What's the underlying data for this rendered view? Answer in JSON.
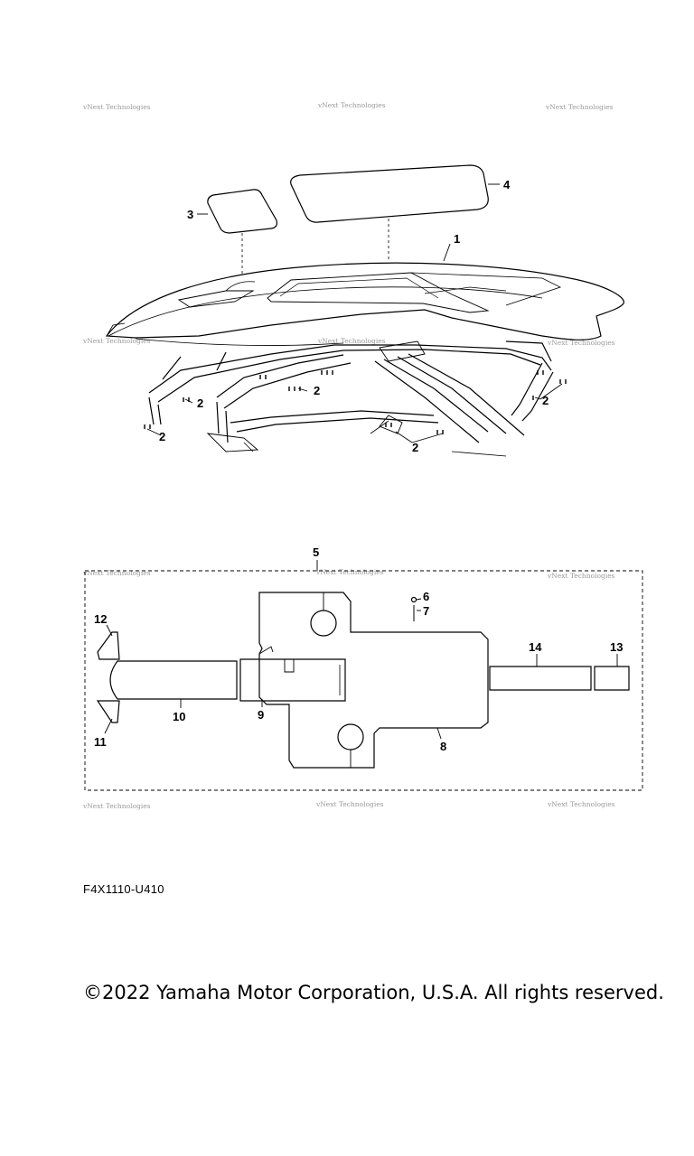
{
  "diagram_code": "F4X1110-U410",
  "copyright": "©2022 Yamaha Motor Corporation, U.S.A. All rights reserved.",
  "watermark_text": "vNext Technologies",
  "callouts": {
    "c1": "1",
    "c2": "2",
    "c3": "3",
    "c4": "4",
    "c5": "5",
    "c6": "6",
    "c7": "7",
    "c8": "8",
    "c9": "9",
    "c10": "10",
    "c11": "11",
    "c12": "12",
    "c13": "13",
    "c14": "14"
  },
  "colors": {
    "line": "#000000",
    "watermark": "#9a9a9a",
    "background": "#ffffff"
  }
}
